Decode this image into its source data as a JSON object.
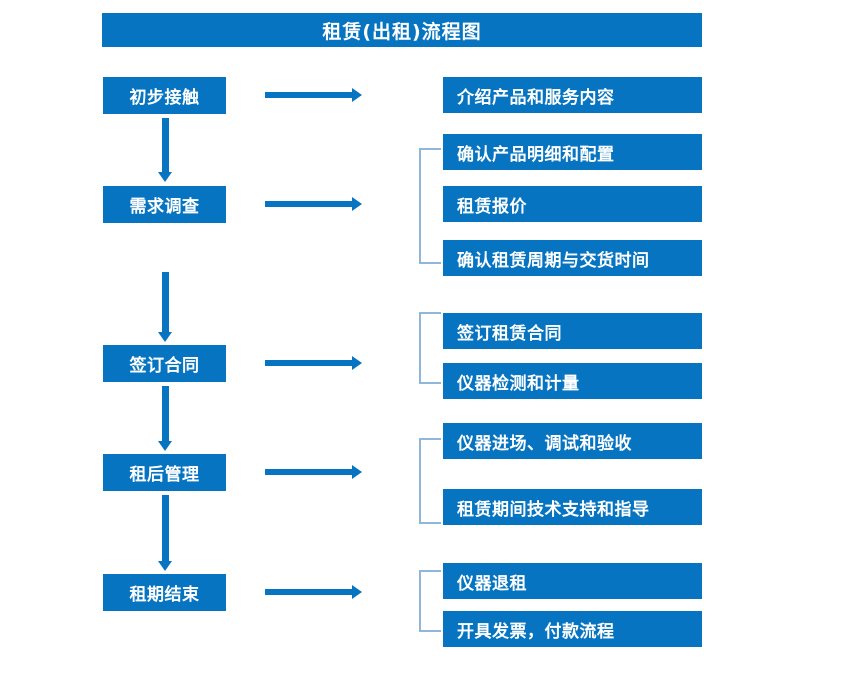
{
  "title": "租赁(出租)流程图",
  "colors": {
    "primary_blue": "#0674C1",
    "bracket_blue": "#8FB7DC",
    "text_on_blue": "#FFFFFF",
    "background": "#FFFFFF"
  },
  "stages": [
    {
      "id": "initial-contact",
      "label": "初步接触",
      "details": [
        "介绍产品和服务内容"
      ]
    },
    {
      "id": "needs-survey",
      "label": "需求调查",
      "details": [
        "确认产品明细和配置",
        "租赁报价",
        "确认租赁周期与交货时间"
      ]
    },
    {
      "id": "sign-contract",
      "label": "签订合同",
      "details": [
        "签订租赁合同",
        "仪器检测和计量"
      ]
    },
    {
      "id": "post-rental-management",
      "label": "租后管理",
      "details": [
        "仪器进场、调试和验收",
        "租赁期间技术支持和指导"
      ]
    },
    {
      "id": "rental-end",
      "label": "租期结束",
      "details": [
        "仪器退租",
        "开具发票，付款流程"
      ]
    }
  ],
  "right_boxes": [
    "介绍产品和服务内容",
    "确认产品明细和配置",
    "租赁报价",
    "确认租赁周期与交货时间",
    "签订租赁合同",
    "仪器检测和计量",
    "仪器进场、调试和验收",
    "租赁期间技术支持和指导",
    "仪器退租",
    "开具发票，付款流程"
  ]
}
